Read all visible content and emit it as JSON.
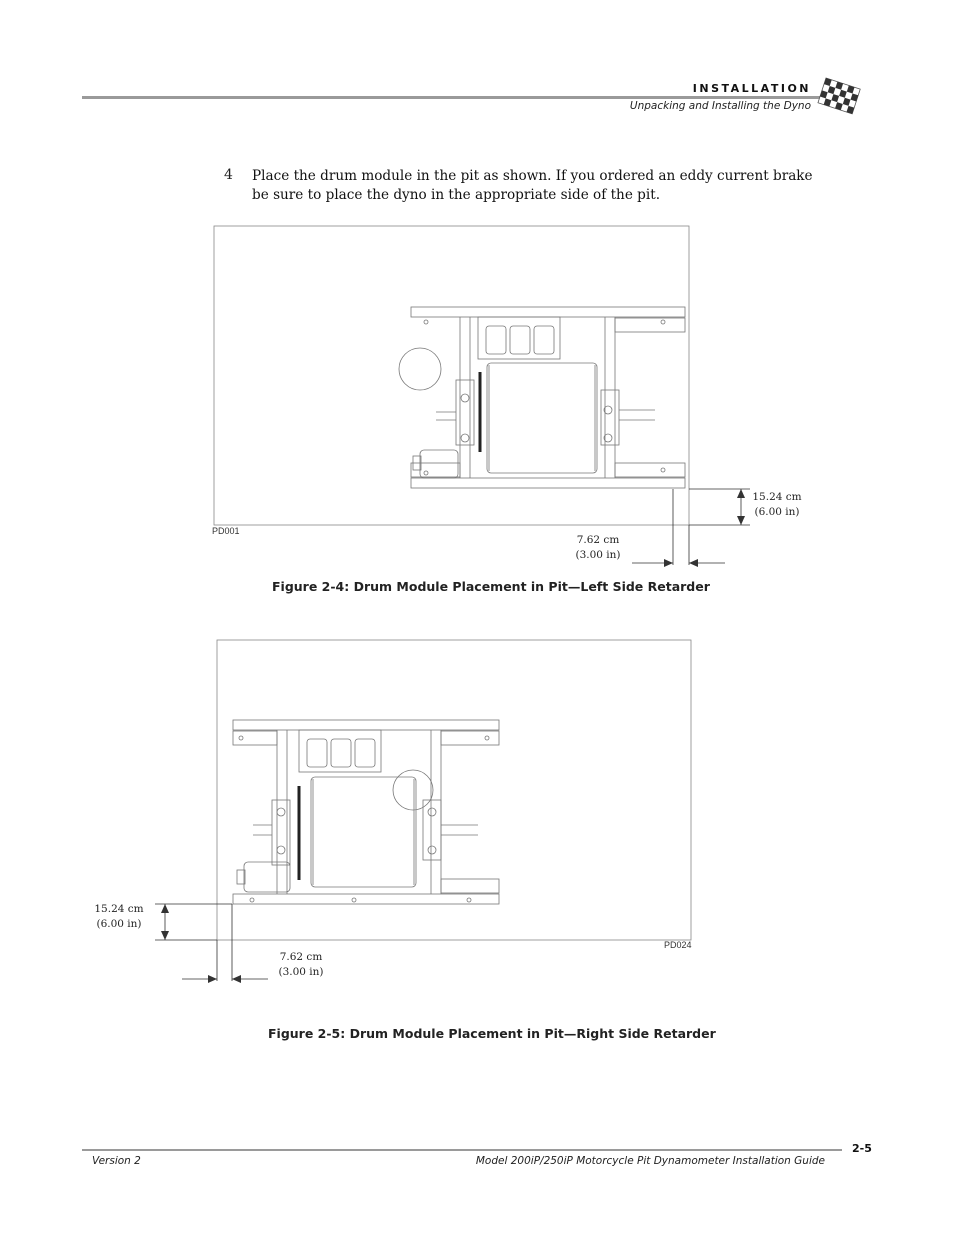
{
  "header": {
    "section": "INSTALLATION",
    "subsection": "Unpacking and Installing the Dyno"
  },
  "step": {
    "number": "4",
    "text": "Place the drum module in the pit as shown. If you ordered an eddy current brake be sure to place the dyno in the appropriate side of the pit."
  },
  "figure1": {
    "label": "PD001",
    "dim_vertical": {
      "cm": "15.24 cm",
      "in": "(6.00 in)"
    },
    "dim_horizontal": {
      "cm": "7.62 cm",
      "in": "(3.00 in)"
    },
    "caption": "Figure 2-4: Drum Module Placement in Pit—Left Side Retarder"
  },
  "figure2": {
    "label": "PD024",
    "dim_vertical": {
      "cm": "15.24 cm",
      "in": "(6.00 in)"
    },
    "dim_horizontal": {
      "cm": "7.62 cm",
      "in": "(3.00 in)"
    },
    "caption": "Figure 2-5: Drum Module Placement in Pit—Right Side Retarder"
  },
  "footer": {
    "version": "Version 2",
    "title": "Model 200iP/250iP Motorcycle Pit Dynamometer Installation Guide",
    "page": "2-5"
  }
}
